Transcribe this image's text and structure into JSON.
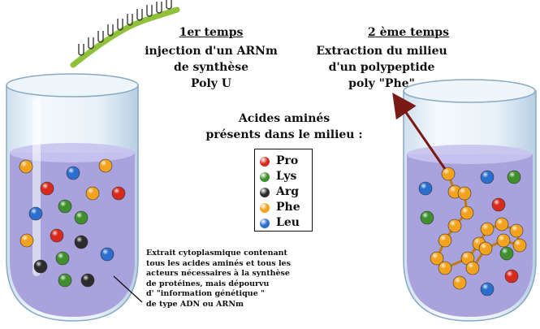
{
  "step1": {
    "title": "1er temps",
    "lines": [
      "injection d'un ARNm",
      "de synthèse",
      "Poly U"
    ]
  },
  "step2": {
    "title": "2 ème temps",
    "lines": [
      "Extraction du milieu",
      "d'un polypeptide",
      "poly \"Phe\""
    ]
  },
  "amino_acids": {
    "title_lines": [
      "Acides aminés",
      "présents dans le milieu :"
    ],
    "legend": [
      {
        "label": "Pro",
        "color": "#d62b1c"
      },
      {
        "label": "Lys",
        "color": "#3f8f2f"
      },
      {
        "label": "Arg",
        "color": "#2c2c2c"
      },
      {
        "label": "Phe",
        "color": "#f2a21d"
      },
      {
        "label": "Leu",
        "color": "#2a6fd0"
      }
    ]
  },
  "caption": {
    "lines": [
      "Extrait cytoplasmique contenant",
      "tous les acides aminés et tous les",
      "acteurs nécessaires à la synthèse",
      "de protéines, mais dépourvu",
      "d' \"information génétique \"",
      "de type ADN ou ARNm"
    ]
  },
  "colors": {
    "liquid": "#a9a2dc",
    "mrna_strand": "#8fc23a",
    "arrow": "#7a1a12"
  }
}
